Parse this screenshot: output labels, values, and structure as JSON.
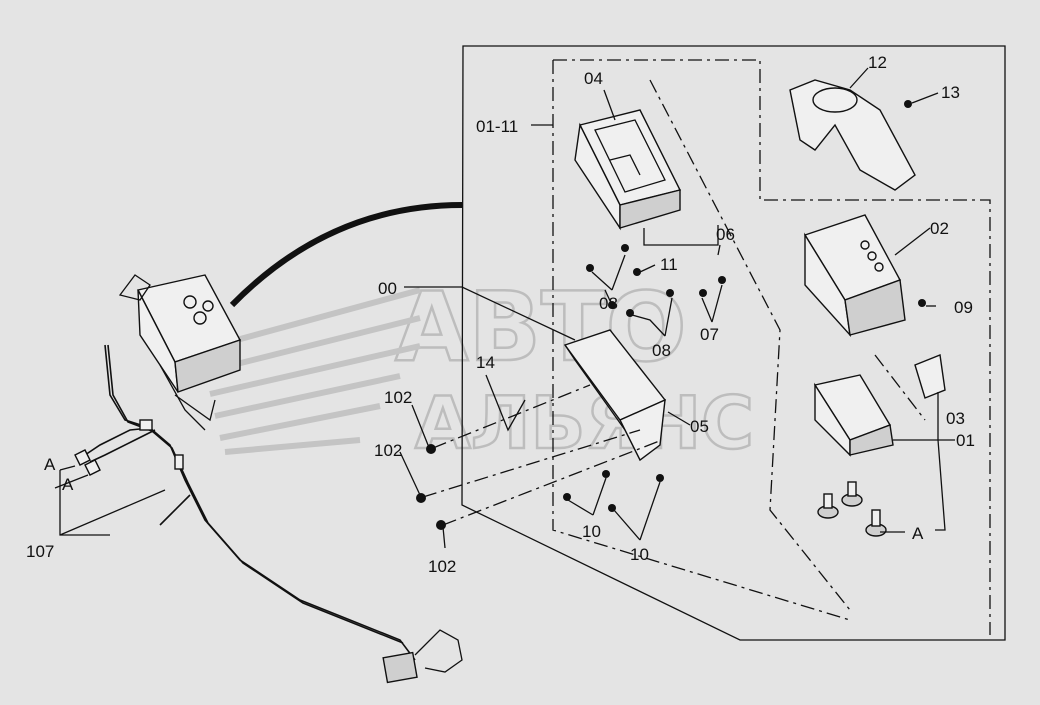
{
  "watermark": {
    "line1": "АВТО",
    "line2": "АЛЬЯНС"
  },
  "labels": {
    "l_04": "04",
    "l_12": "12",
    "l_13": "13",
    "l_01_11": "01-11",
    "l_06": "06",
    "l_02": "02",
    "l_11": "11",
    "l_00": "00",
    "l_08a": "08",
    "l_09": "09",
    "l_07": "07",
    "l_08b": "08",
    "l_14": "14",
    "l_102a": "102",
    "l_05": "05",
    "l_03": "03",
    "l_102b": "102",
    "l_01": "01",
    "l_A1": "A",
    "l_A2": "A",
    "l_A3": "A",
    "l_10a": "10",
    "l_10b": "10",
    "l_107": "107",
    "l_102c": "102"
  },
  "colors": {
    "background": "#e4e4e4",
    "ink": "#111111",
    "watermark": "#bdbdbd"
  }
}
